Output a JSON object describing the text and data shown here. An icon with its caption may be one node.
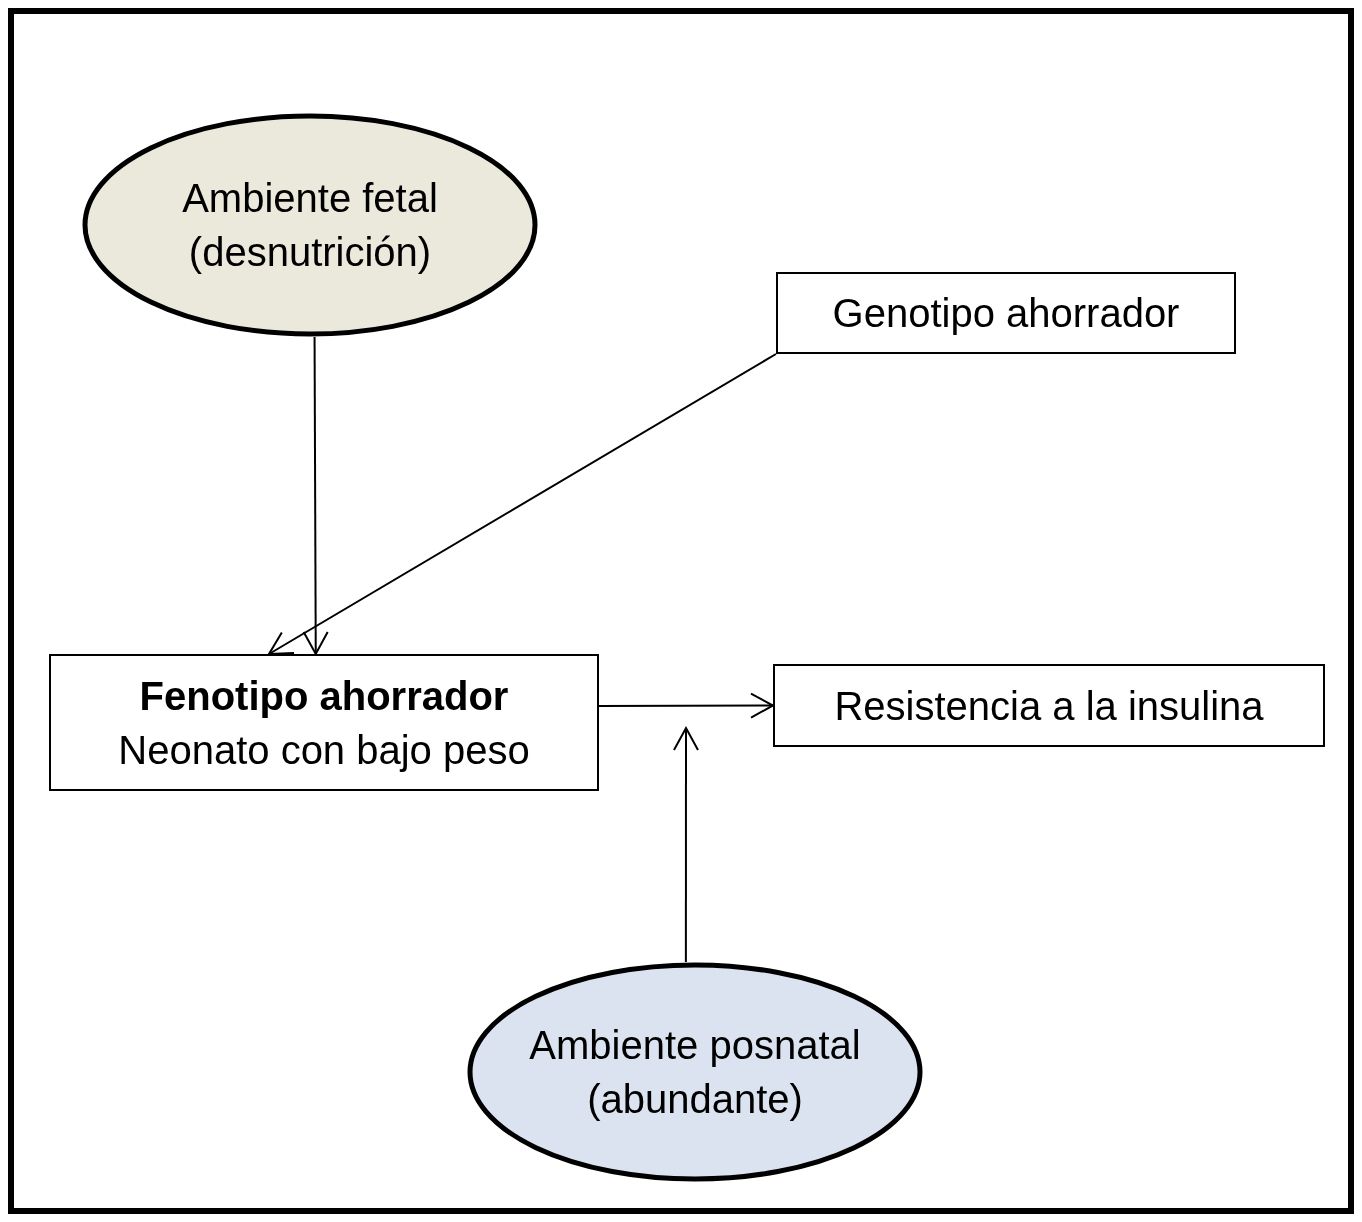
{
  "diagram": {
    "nodes": [
      {
        "text": [
          "Ambiente fetal (desnutrición)"
        ]
      },
      {
        "text": [
          "Genotipo ahorrador"
        ]
      },
      {
        "text": [
          "Fenotipo ahorrador",
          "Neonato con bajo peso"
        ]
      },
      {
        "text": [
          "Resistencia a la insulina"
        ]
      },
      {
        "text": [
          "Ambiente posnatal (abundante)"
        ]
      }
    ],
    "edges": [
      {
        "from": 0,
        "to": 2,
        "arrow": "to"
      },
      {
        "from": 1,
        "to": 2,
        "arrow": "to"
      },
      {
        "from": 2,
        "to": 3,
        "arrow": "to"
      },
      {
        "from": 4,
        "to": null,
        "arrow": "to"
      }
    ]
  }
}
